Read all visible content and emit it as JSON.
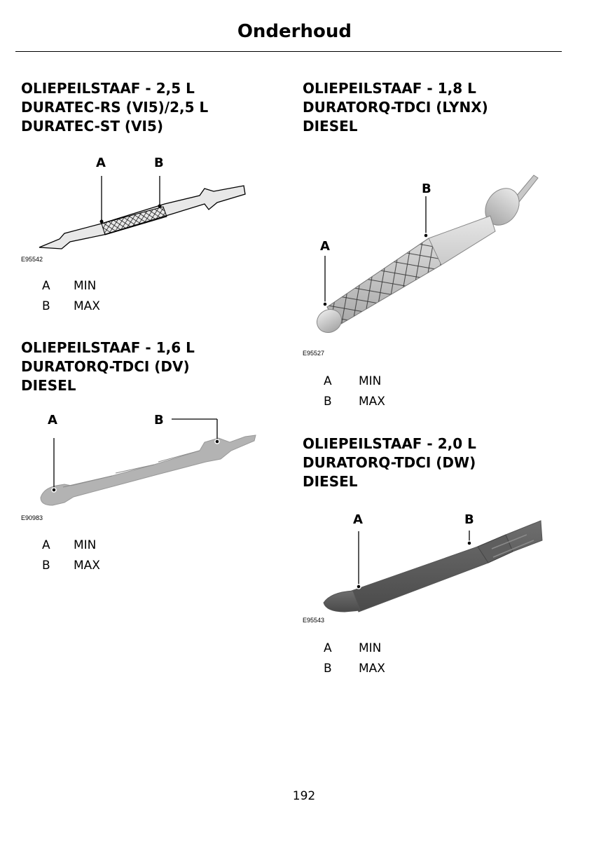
{
  "header": {
    "title": "Onderhoud"
  },
  "sections": [
    {
      "heading": [
        "OLIEPEILSTAAF - 2,5 L",
        "DURATEC-RS (VI5)/2,5 L",
        "DURATEC-ST (VI5)"
      ],
      "figure_code": "E95542",
      "callouts": [
        "A",
        "B"
      ],
      "legend": [
        {
          "key": "A",
          "value": "MIN"
        },
        {
          "key": "B",
          "value": "MAX"
        }
      ]
    },
    {
      "heading": [
        "OLIEPEILSTAAF - 1,6 L",
        "DURATORQ-TDCI (DV)",
        "DIESEL"
      ],
      "figure_code": "E90983",
      "callouts": [
        "A",
        "B"
      ],
      "legend": [
        {
          "key": "A",
          "value": "MIN"
        },
        {
          "key": "B",
          "value": "MAX"
        }
      ]
    },
    {
      "heading": [
        "OLIEPEILSTAAF - 1,8 L",
        "DURATORQ-TDCI (LYNX)",
        "DIESEL"
      ],
      "figure_code": "E95527",
      "callouts": [
        "A",
        "B"
      ],
      "legend": [
        {
          "key": "A",
          "value": "MIN"
        },
        {
          "key": "B",
          "value": "MAX"
        }
      ]
    },
    {
      "heading": [
        "OLIEPEILSTAAF - 2,0 L",
        "DURATORQ-TDCI (DW)",
        "DIESEL"
      ],
      "figure_code": "E95543",
      "callouts": [
        "A",
        "B"
      ],
      "legend": [
        {
          "key": "A",
          "value": "MIN"
        },
        {
          "key": "B",
          "value": "MAX"
        }
      ]
    }
  ],
  "footer": {
    "page_number": "192"
  }
}
